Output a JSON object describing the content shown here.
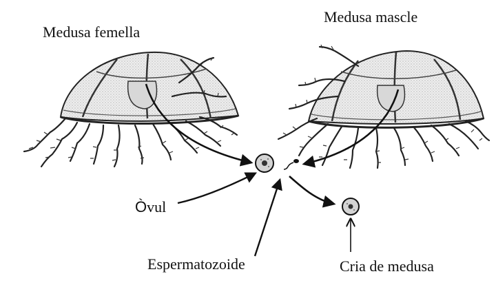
{
  "labels": {
    "female_medusa": "Medusa femella",
    "male_medusa": "Medusa mascle",
    "ovum_first": "Ò",
    "ovum_rest": "vul",
    "sperm": "Espermatozoide",
    "baby": "Cria de medusa"
  },
  "colors": {
    "ink": "#111111",
    "paper": "#ffffff",
    "jelly_fill": "#e8e8e8",
    "cell_fill": "#cfcfcf"
  }
}
